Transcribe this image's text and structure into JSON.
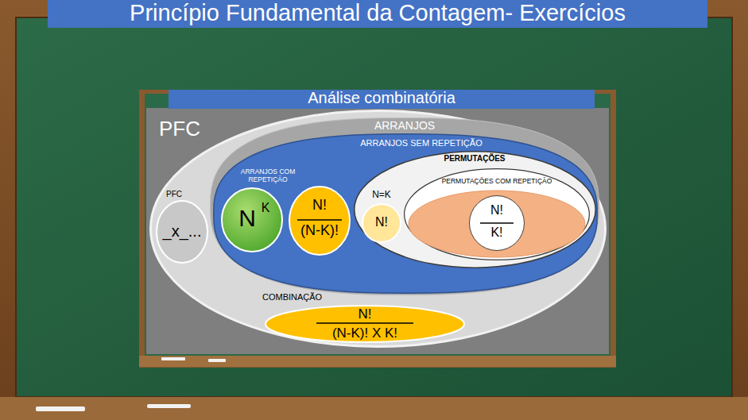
{
  "diagram": {
    "title": "Princípio Fundamental da Contagem- Exercícios",
    "nodes": [
      {
        "text": [
          "Análise combinatória"
        ]
      },
      {
        "text": [
          "PFC"
        ]
      },
      {
        "text": [
          "PFC",
          "_x_..."
        ],
        "in": 1
      },
      {
        "text": [
          "ARRANJOS"
        ],
        "in": 1
      },
      {
        "text": [
          "ARRANJOS SEM REPETIÇÃO"
        ],
        "in": 3
      },
      {
        "text": [
          "ARRANJOS COM REPETIÇÃO",
          "N",
          "K"
        ],
        "in": 4
      },
      {
        "text": [
          "N!",
          "(N-K)!"
        ],
        "in": 4
      },
      {
        "text": [
          "PERMUTAÇÕES"
        ],
        "in": 4
      },
      {
        "text": [
          "N=K",
          "N!"
        ],
        "in": 7
      },
      {
        "text": [
          "PERMUTAÇÕES COM REPETIÇÃO"
        ],
        "in": 7
      },
      {
        "text": [
          "N!",
          "K!"
        ],
        "in": 9
      },
      {
        "text": [
          "COMBINAÇÃO",
          "N!",
          "(N-K)! X K!"
        ],
        "in": 1
      }
    ]
  }
}
